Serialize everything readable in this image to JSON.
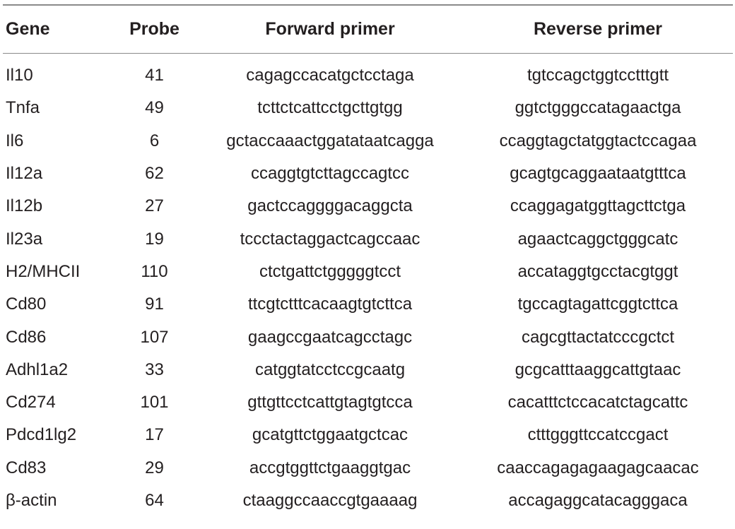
{
  "table": {
    "headers": {
      "gene": "Gene",
      "probe": "Probe",
      "forward": "Forward primer",
      "reverse": "Reverse primer"
    },
    "rows": [
      {
        "gene": "Il10",
        "probe": "41",
        "forward": "cagagccacatgctcctaga",
        "reverse": "tgtccagctggtcctttgtt"
      },
      {
        "gene": "Tnfa",
        "probe": "49",
        "forward": "tcttctcattcctgcttgtgg",
        "reverse": "ggtctgggccatagaactga"
      },
      {
        "gene": "Il6",
        "probe": "6",
        "forward": "gctaccaaactggatataatcagga",
        "reverse": "ccaggtagctatggtactccagaa"
      },
      {
        "gene": "Il12a",
        "probe": "62",
        "forward": "ccaggtgtcttagccagtcc",
        "reverse": "gcagtgcaggaataatgtttca"
      },
      {
        "gene": "Il12b",
        "probe": "27",
        "forward": "gactccaggggacaggcta",
        "reverse": "ccaggagatggttagcttctga"
      },
      {
        "gene": "Il23a",
        "probe": "19",
        "forward": "tccctactaggactcagccaac",
        "reverse": "agaactcaggctgggcatc"
      },
      {
        "gene": "H2/MHCII",
        "probe": "110",
        "forward": "ctctgattctgggggtcct",
        "reverse": "accataggtgcctacgtggt"
      },
      {
        "gene": "Cd80",
        "probe": "91",
        "forward": "ttcgtctttcacaagtgtcttca",
        "reverse": "tgccagtagattcggtcttca"
      },
      {
        "gene": "Cd86",
        "probe": "107",
        "forward": "gaagccgaatcagcctagc",
        "reverse": "cagcgttactatcccgctct"
      },
      {
        "gene": "Adhl1a2",
        "probe": "33",
        "forward": "catggtatcctccgcaatg",
        "reverse": "gcgcatttaaggcattgtaac"
      },
      {
        "gene": "Cd274",
        "probe": "101",
        "forward": "gttgttcctcattgtagtgtcca",
        "reverse": "cacatttctccacatctagcattc"
      },
      {
        "gene": "Pdcd1lg2",
        "probe": "17",
        "forward": "gcatgttctggaatgctcac",
        "reverse": "ctttgggttccatccgact"
      },
      {
        "gene": "Cd83",
        "probe": "29",
        "forward": "accgtggttctgaaggtgac",
        "reverse": "caaccagagagaagagcaacac"
      },
      {
        "gene": "β-actin",
        "probe": "64",
        "forward": "ctaaggccaaccgtgaaaag",
        "reverse": "accagaggcatacagggaca"
      }
    ]
  }
}
